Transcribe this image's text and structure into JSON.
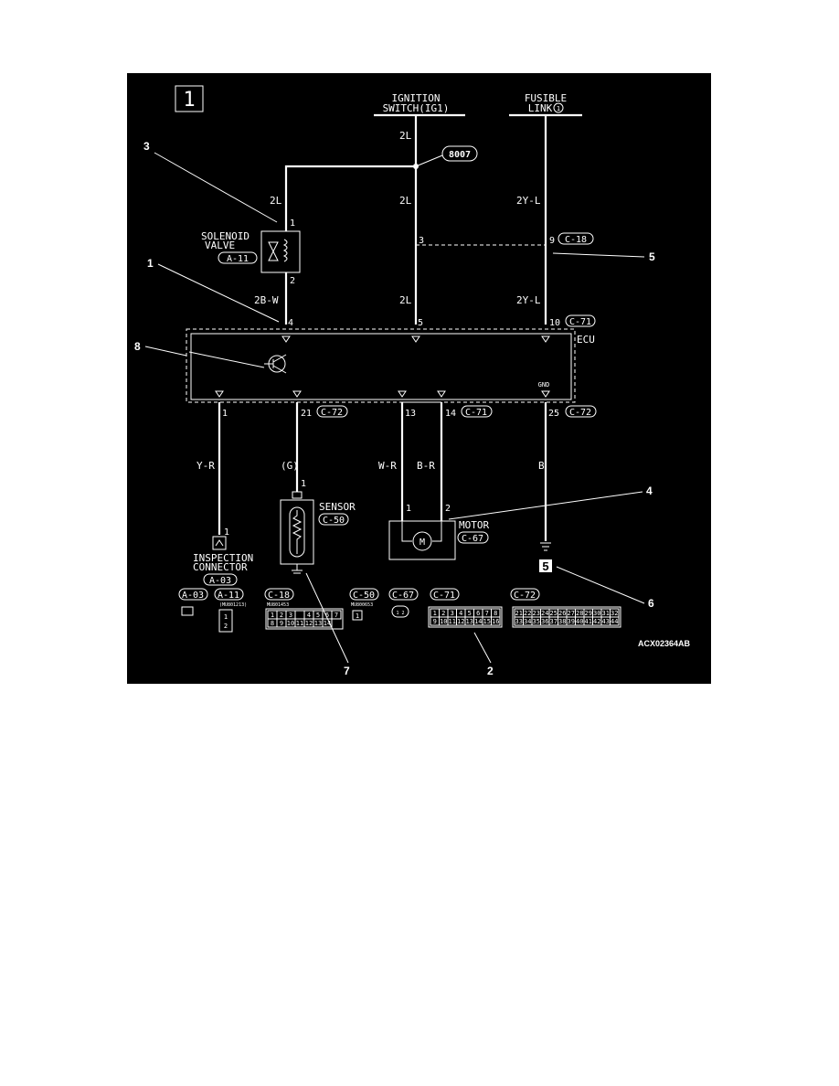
{
  "diagram": {
    "page_number": "1",
    "ignition_label_1": "IGNITION",
    "ignition_label_2": "SWITCH(IG1)",
    "fusible_label_1": "FUSIBLE",
    "fusible_label_2": "LINK",
    "fusible_number": "1",
    "junction_label": "8007",
    "ecu_label": "ECU",
    "gnd_label": "GND",
    "solenoid_label_1": "SOLENOID",
    "solenoid_label_2": "VALVE",
    "solenoid_connector": "A-11",
    "sensor_label": "SENSOR",
    "sensor_connector": "C-50",
    "motor_label": "MOTOR",
    "motor_connector": "C-67",
    "inspection_label_1": "INSPECTION",
    "inspection_label_2": "CONNECTOR",
    "inspection_connector": "A-03",
    "ground_number": "5",
    "figure_code": "ACX02364AB",
    "wires": {
      "ig_top": "2L",
      "solenoid_feed": "2L",
      "ig_mid": "2L",
      "ig_low": "2L",
      "fusible_top": "2Y-L",
      "fusible_low": "2Y-L",
      "solenoid_out": "2B-W",
      "inspection": "Y-R",
      "sensor": "(G)",
      "motor_1": "W-R",
      "motor_2": "B-R",
      "ground": "B"
    },
    "pins": {
      "sol_in": "1",
      "sol_out": "2",
      "ecu_4": "4",
      "ecu_5": "5",
      "ecu_10": "10",
      "c18_3": "3",
      "c18_9": "9",
      "ecu_1": "1",
      "ecu_21": "21",
      "ecu_13": "13",
      "ecu_14": "14",
      "ecu_25": "25",
      "sensor_1": "1",
      "motor_1": "1",
      "motor_2": "2",
      "insp_1": "1"
    },
    "connector_tags": {
      "c18_right": "C-18",
      "c71_top": "C-71",
      "c72_21": "C-72",
      "c71_14": "C-71",
      "c72_25": "C-72"
    },
    "callouts": [
      "1",
      "2",
      "3",
      "4",
      "5",
      "6",
      "7",
      "8"
    ],
    "legend": {
      "a03": "A-03",
      "a11": "A-11",
      "c18": "C-18",
      "c50": "C-50",
      "c67": "C-67",
      "c71": "C-71",
      "c72": "C-72",
      "a11_part": "(MU801213)",
      "c18_part": "MU801453",
      "c50_part": "MU800653",
      "a11_pins": [
        "1",
        "2"
      ],
      "c18_pins": [
        "1",
        "2",
        "3",
        "",
        "4",
        "5",
        "6",
        "7",
        "8",
        "9",
        "10",
        "11",
        "12",
        "13",
        "14"
      ],
      "c71_pins": [
        "1",
        "2",
        "3",
        "4",
        "5",
        "6",
        "7",
        "8",
        "9",
        "10",
        "11",
        "12",
        "13",
        "14",
        "15",
        "16"
      ],
      "c72_pins": [
        "21",
        "22",
        "23",
        "24",
        "25",
        "26",
        "27",
        "28",
        "29",
        "30",
        "31",
        "32",
        "33",
        "34",
        "35",
        "36",
        "37",
        "38",
        "39",
        "40",
        "41",
        "42",
        "43",
        "44"
      ],
      "c50_pin": "1",
      "c67_pins": "1 2"
    }
  }
}
